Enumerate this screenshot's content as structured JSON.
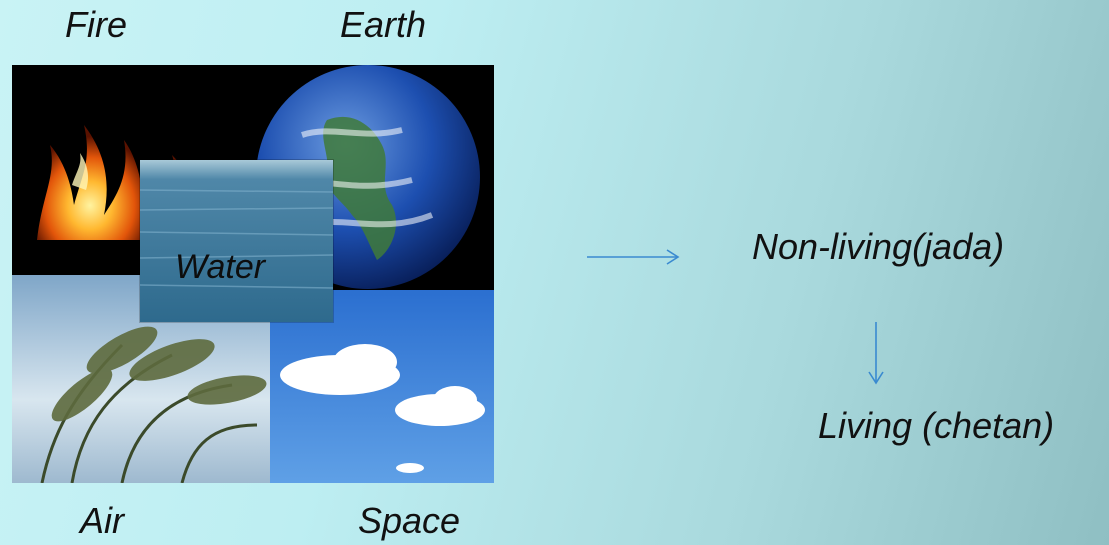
{
  "elements": {
    "fire": "Fire",
    "earth": "Earth",
    "water": "Water",
    "air": "Air",
    "space": "Space"
  },
  "flow": {
    "step1": "Non-living(jada)",
    "step2": "Living (chetan)"
  },
  "colors": {
    "background": "#bdeef2",
    "arrow": "#3a8ad0"
  }
}
